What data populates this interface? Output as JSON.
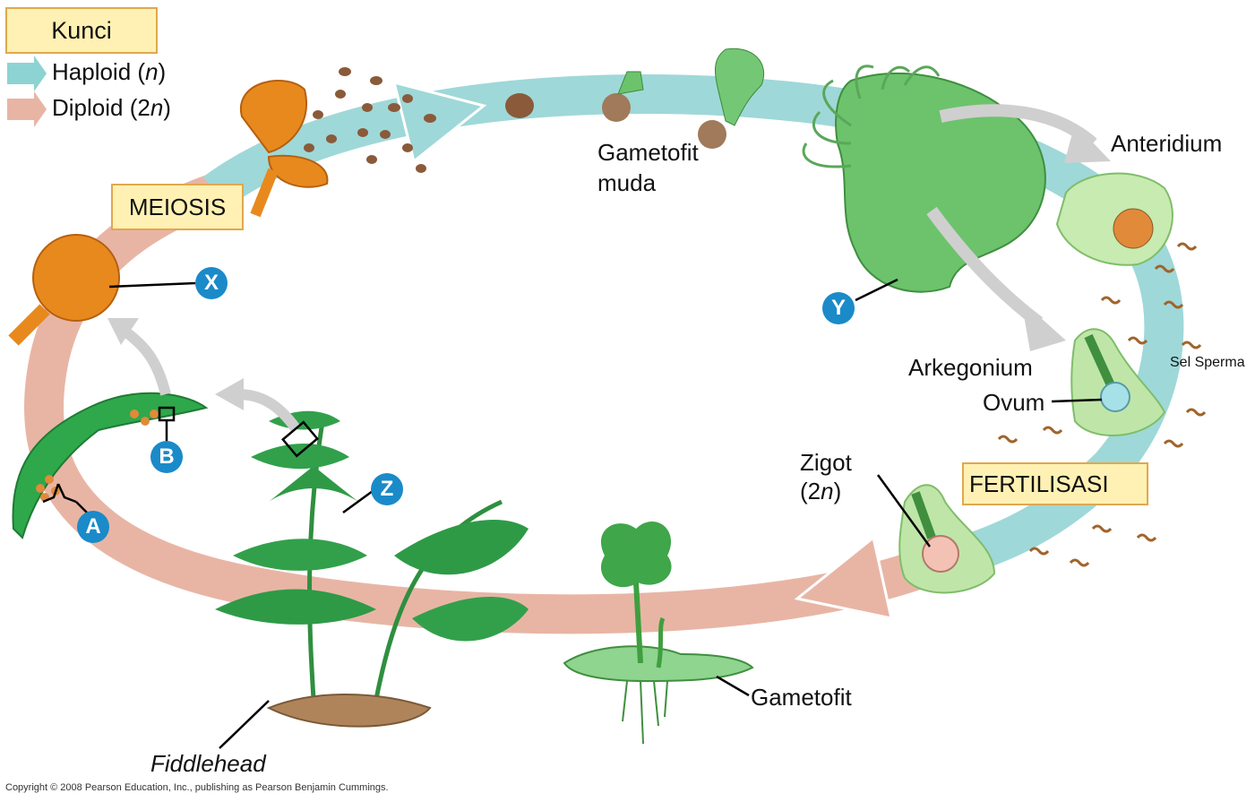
{
  "legend": {
    "title": "Kunci",
    "haploid": {
      "text": "Haploid (",
      "var": "n",
      "close": ")",
      "color": "#8dd3d3"
    },
    "diploid": {
      "text": "Diploid (2",
      "var": "n",
      "close": ")",
      "color": "#e8b5a5"
    }
  },
  "stages": {
    "meiosis": "MEIOSIS",
    "fertilisasi": "FERTILISASI"
  },
  "labels": {
    "gametofit_muda_1": "Gametofit",
    "gametofit_muda_2": "muda",
    "anteridium": "Anteridium",
    "arkegonium": "Arkegonium",
    "sel_sperma": "Sel Sperma",
    "ovum": "Ovum",
    "zigot_1": "Zigot",
    "zigot_2_open": "(2",
    "zigot_2_var": "n",
    "zigot_2_close": ")",
    "gametofit": "Gametofit",
    "fiddlehead": "Fiddlehead"
  },
  "badges": {
    "x": "X",
    "y": "Y",
    "z": "Z",
    "a": "A",
    "b": "B"
  },
  "copyright": "Copyright © 2008 Pearson Education, Inc., publishing as Pearson Benjamin Cummings."
}
